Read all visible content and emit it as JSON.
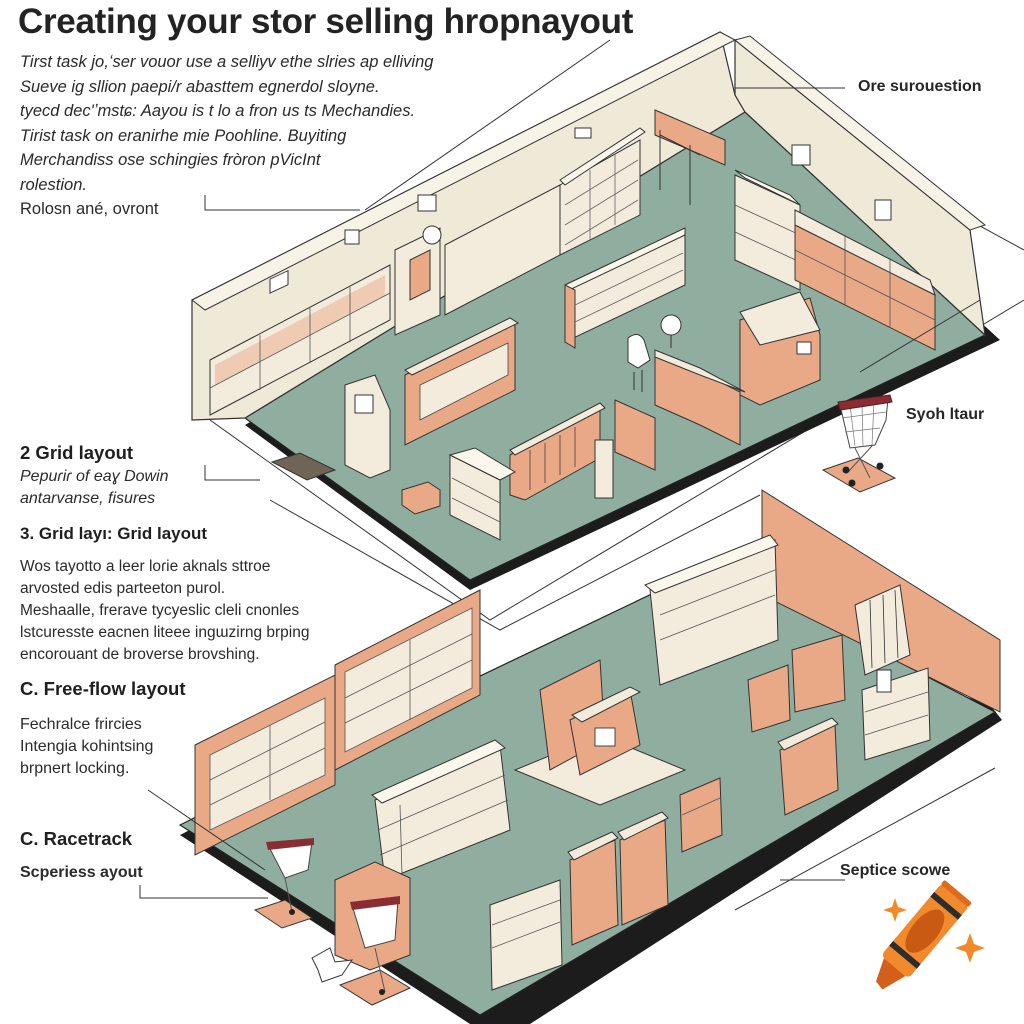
{
  "title": "Creating your stor selling hropnayout",
  "intro": {
    "lines": [
      "Tirst task jo,ʻser vouor use a selliyv ethe slries ap elliving",
      "Sueve ig sllion paepi/r abasttem egnerdol sloyne.",
      "tyecd dec'ʼmstɕ: Aayou is t lo a fron us ts Mechandies.",
      "Tirist  task on  eranirhe mie Poohline. Buyiting",
      "Merchandiss ose schingies fròron pVicInt",
      "rolestion.",
      "Rolosn ané, ovront"
    ]
  },
  "callouts": {
    "top_right": "Ore surouestion",
    "cart_label": "Syoh ltaur",
    "bottom_right": "Septice scowe"
  },
  "sections": [
    {
      "heading": "2 Grid layout",
      "lines": [
        "Pepuɾiɾ of  eaɣ Dowin",
        "antarvanse, fisures"
      ]
    },
    {
      "heading": "3. Grid layı: Grid layout",
      "lines": [
        "Wos tayotto a leer loɾie aknals sttroe",
        "arvosted edis parteeton purol.",
        "Meshaalle, frerave tycyeslic cleli cnonles",
        "lstcuresste eacnen liteee ingɯzirng brping",
        "encorouant de broverse brovshing."
      ]
    },
    {
      "heading": "C. Free-flow layout",
      "lines": [
        "Fechralce frircies",
        "Intengia kohintsing",
        "brpnert locking."
      ]
    },
    {
      "heading": "C. Racetrack",
      "lines": [
        "Scperiess ayout"
      ]
    }
  ],
  "illustration": {
    "scenes": [
      "grid-store-floorplan",
      "free-flow-store-floorplan"
    ],
    "icons": [
      "shopping-cart-icon",
      "crayon-icon",
      "sparkle-icon"
    ]
  },
  "colors": {
    "floor": "#8fae9f",
    "floor_edge": "#1c1c1c",
    "wall": "#efe9d8",
    "shelf_peach": "#e9a987",
    "shelf_cream": "#f3ecdc",
    "cart_red": "#8a2d32",
    "crayon_orange": "#f08a2c",
    "crayon_dark": "#c85a14",
    "sparkle": "#f28a2a",
    "text": "#222222"
  }
}
